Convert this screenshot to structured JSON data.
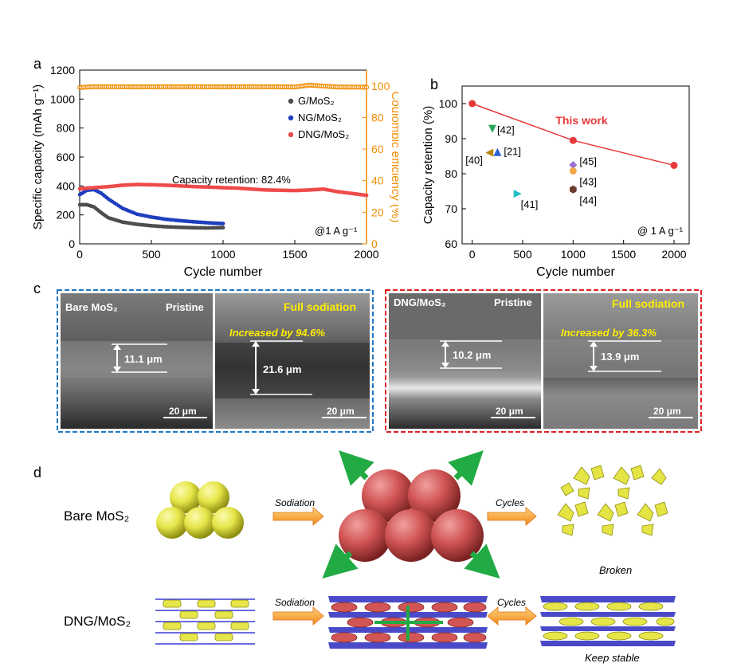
{
  "panels": {
    "a": "a",
    "b": "b",
    "c": "c",
    "d": "d"
  },
  "chart_data": [
    {
      "type": "scatter",
      "title": "",
      "xlabel": "Cycle number",
      "ylabel": "Specific capacity (mAh g⁻¹)",
      "y2label": "Coulombic efficiency (%)",
      "xlim": [
        0,
        2000
      ],
      "ylim": [
        0,
        1200
      ],
      "y2lim": [
        0,
        110
      ],
      "xticks": [
        0,
        500,
        1000,
        1500,
        2000
      ],
      "yticks": [
        0,
        200,
        400,
        600,
        800,
        1000,
        1200
      ],
      "y2ticks": [
        0,
        20,
        40,
        60,
        80,
        100
      ],
      "annotation": "Capacity retention: 82.4%",
      "condition": "@1 A g⁻¹",
      "legend_position": "top-right",
      "series": [
        {
          "name": "G/MoS₂",
          "color": "#4d4d4d",
          "x": [
            1,
            50,
            100,
            150,
            200,
            300,
            400,
            500,
            600,
            700,
            800,
            900,
            1000
          ],
          "values": [
            270,
            270,
            255,
            215,
            180,
            150,
            135,
            125,
            118,
            114,
            111,
            110,
            112
          ]
        },
        {
          "name": "NG/MoS₂",
          "color": "#1f3fbf",
          "x": [
            1,
            50,
            100,
            150,
            200,
            300,
            400,
            500,
            600,
            700,
            800,
            900,
            1000
          ],
          "values": [
            340,
            370,
            375,
            350,
            310,
            245,
            205,
            185,
            170,
            160,
            152,
            145,
            140
          ]
        },
        {
          "name": "DNG/MoS₂",
          "color": "#ef4a4a",
          "x": [
            1,
            50,
            100,
            200,
            300,
            400,
            500,
            600,
            700,
            800,
            900,
            1000,
            1100,
            1200,
            1300,
            1400,
            1500,
            1600,
            1700,
            1800,
            1900,
            2000
          ],
          "values": [
            380,
            385,
            388,
            395,
            405,
            410,
            408,
            405,
            400,
            395,
            392,
            388,
            385,
            378,
            372,
            370,
            368,
            372,
            378,
            360,
            348,
            335
          ]
        },
        {
          "name": "Coulombic efficiency",
          "axis": "right",
          "color": "#f28c00",
          "x": [
            1,
            100,
            200,
            400,
            600,
            800,
            1000,
            1200,
            1400,
            1500,
            1600,
            1800,
            2000
          ],
          "values": [
            99,
            99.5,
            99.5,
            99.4,
            99.5,
            99.5,
            99.4,
            99.5,
            99.4,
            99.3,
            100.5,
            99.3,
            99.2
          ]
        }
      ]
    },
    {
      "type": "scatter",
      "title": "",
      "xlabel": "Cycle number",
      "ylabel": "Capacity retention (%)",
      "xlim": [
        -100,
        2150
      ],
      "ylim": [
        60,
        105
      ],
      "xticks": [
        0,
        500,
        1000,
        1500,
        2000
      ],
      "yticks": [
        60,
        70,
        80,
        90,
        100
      ],
      "condition": "@ 1 A g⁻¹",
      "this_work": {
        "label": "This work",
        "color": "#e8393a",
        "x": [
          0,
          1000,
          2000
        ],
        "values": [
          100,
          89.5,
          82.4
        ]
      },
      "references": [
        {
          "label": "[42]",
          "x": 200,
          "y": 92.8,
          "shape": "tri-down",
          "color": "#2aa55a"
        },
        {
          "label": "[21]",
          "x": 250,
          "y": 86.2,
          "shape": "tri-up",
          "color": "#2a5fd4"
        },
        {
          "label": "[40]",
          "x": 170,
          "y": 86.0,
          "shape": "tri-left",
          "color": "#b8860b"
        },
        {
          "label": "[45]",
          "x": 1000,
          "y": 82.5,
          "shape": "diamond",
          "color": "#9b6fd6"
        },
        {
          "label": "[43]",
          "x": 1000,
          "y": 80.8,
          "shape": "circle",
          "color": "#f0a848"
        },
        {
          "label": "[44]",
          "x": 1000,
          "y": 75.5,
          "shape": "hexagon",
          "color": "#6b3a2e"
        },
        {
          "label": "[41]",
          "x": 450,
          "y": 74.3,
          "shape": "tri-right",
          "color": "#1fc0c8"
        }
      ]
    }
  ],
  "sem": {
    "bare": {
      "title": "Bare MoS₂",
      "pristine": "Pristine",
      "full": "Full sodiation",
      "increase": "Increased by 94.6%",
      "t1": "11.1 μm",
      "t2": "21.6 μm",
      "scale1": "20 μm",
      "scale2": "20 μm"
    },
    "dng": {
      "title": "DNG/MoS₂",
      "pristine": "Pristine",
      "full": "Full sodiation",
      "increase": "Increased by 36.3%",
      "t1": "10.2 μm",
      "t2": "13.9 μm",
      "scale1": "20 μm",
      "scale2": "20 μm"
    }
  },
  "schematic": {
    "row1": "Bare MoS₂",
    "row2": "DNG/MoS₂",
    "sodiation": "Sodiation",
    "cycles": "Cycles",
    "broken": "Broken",
    "stable": "Keep stable"
  }
}
